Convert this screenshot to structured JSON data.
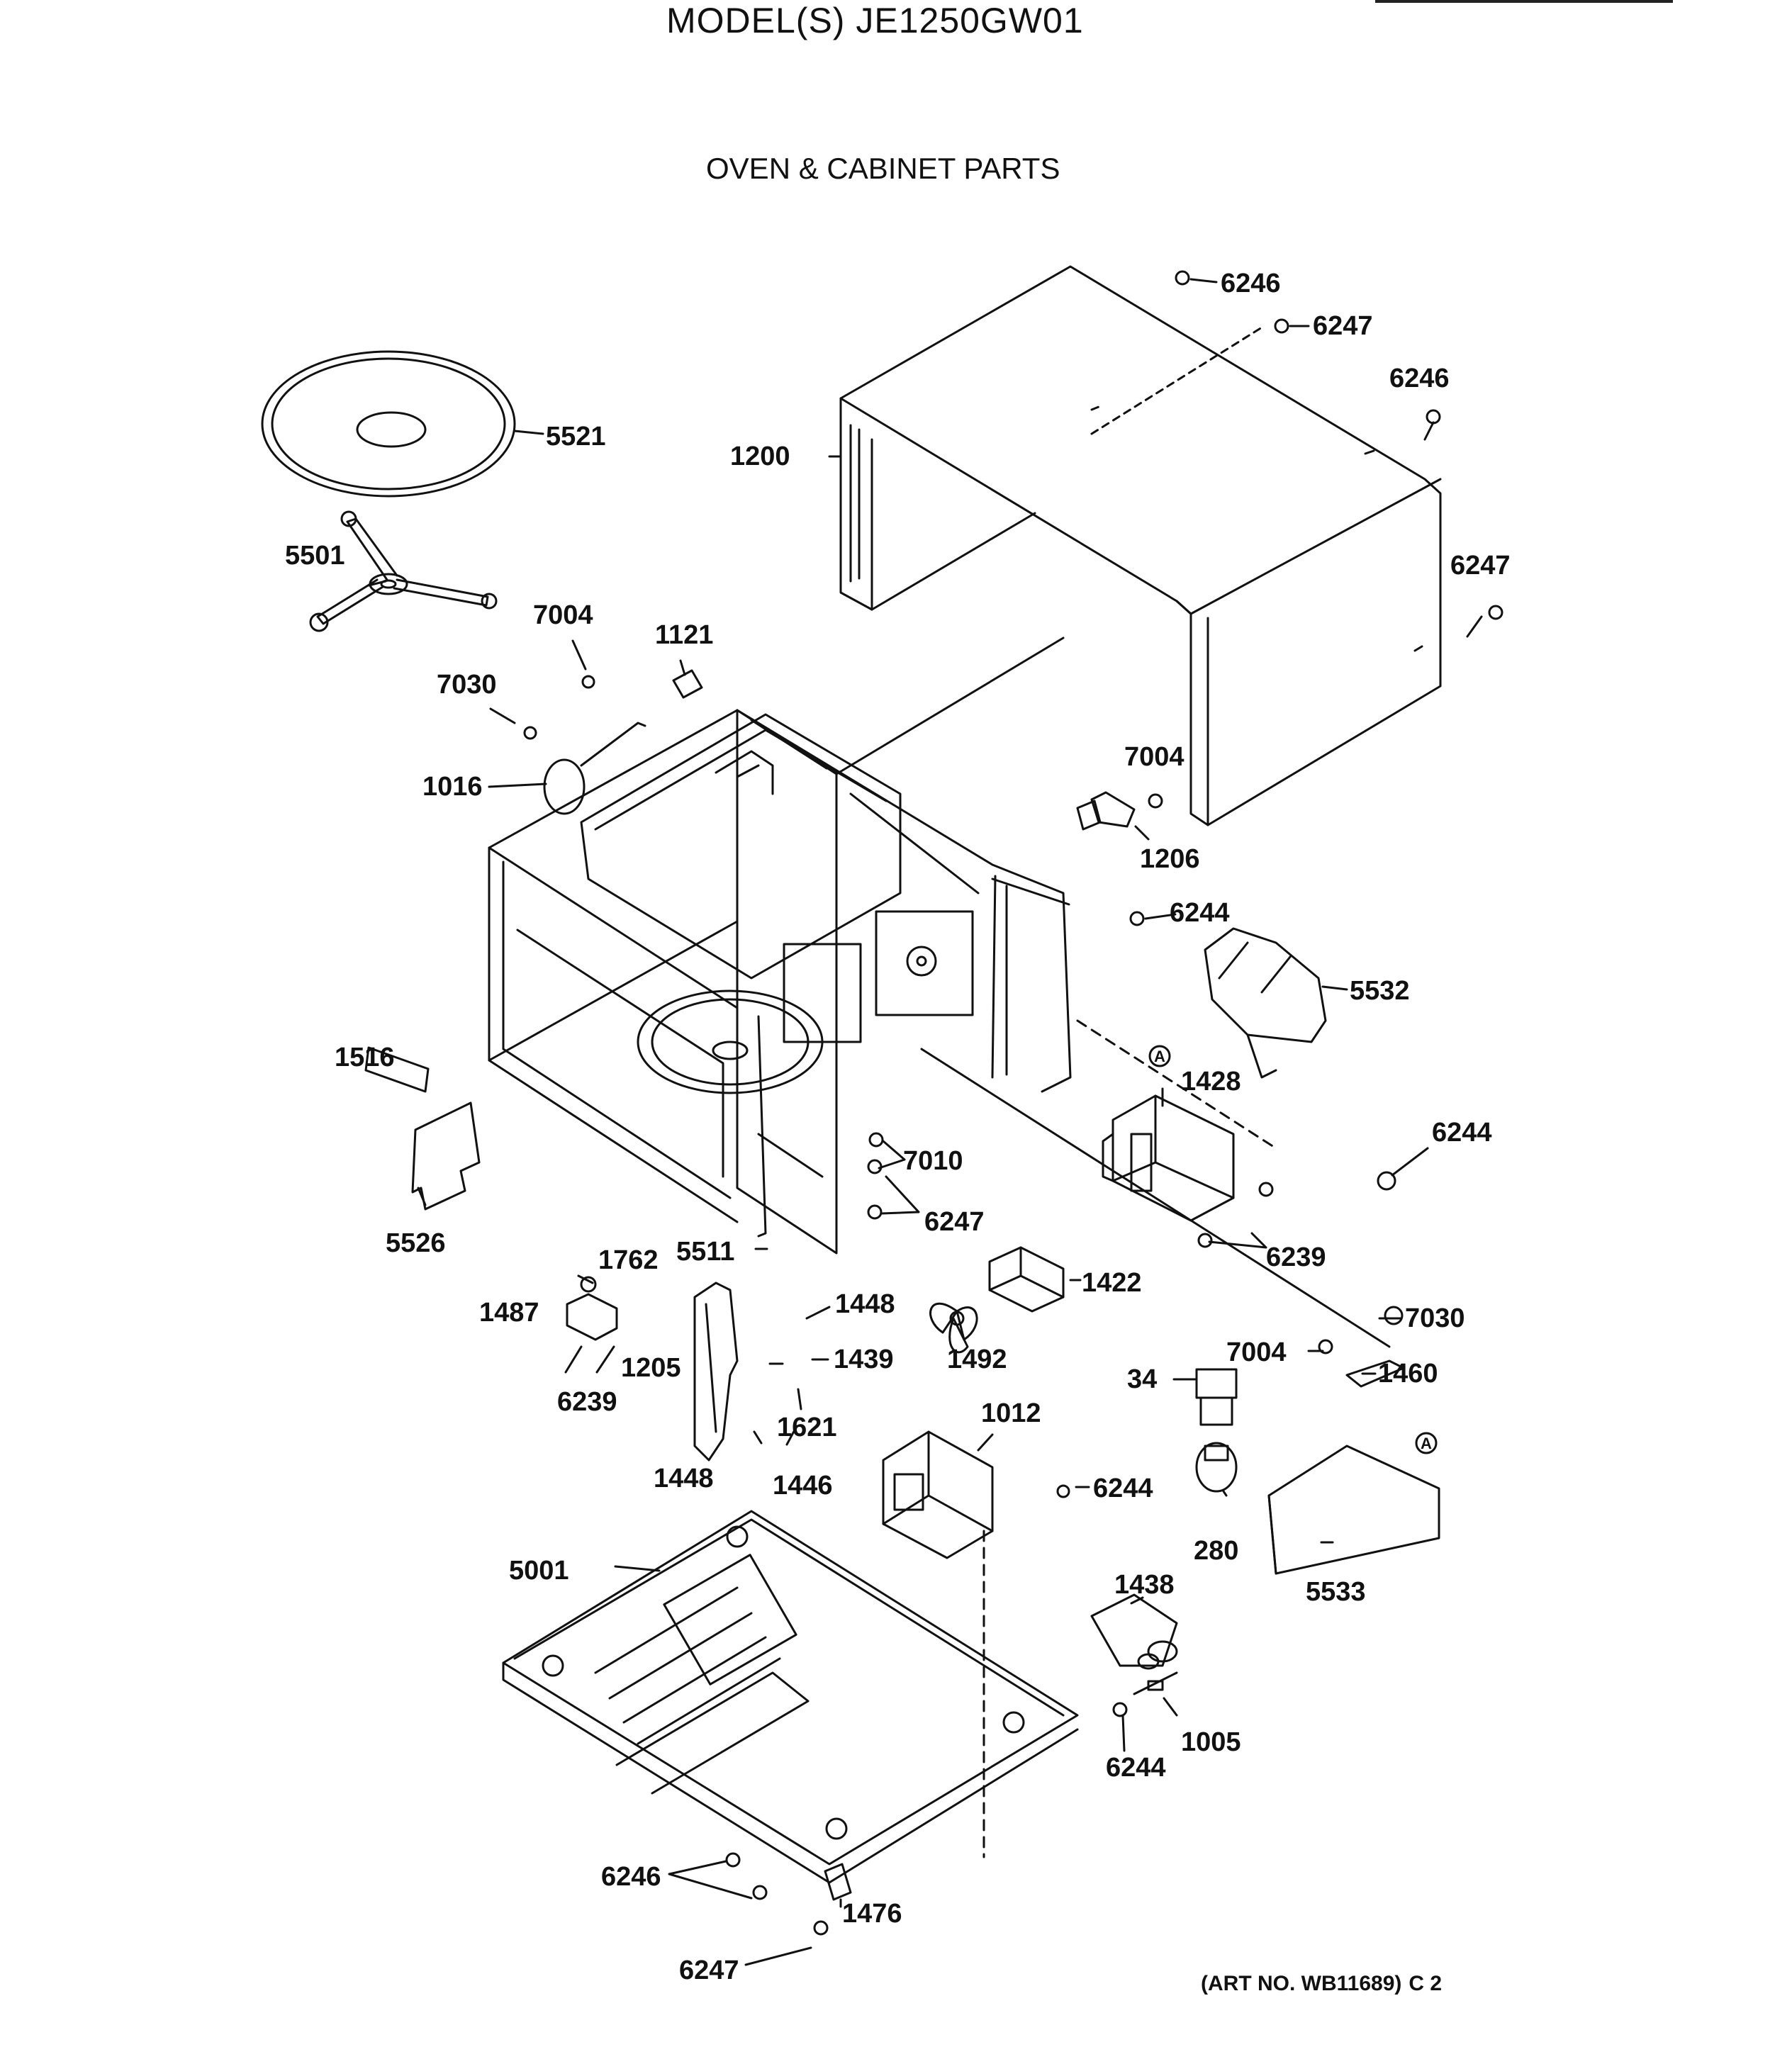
{
  "header": {
    "model_line": "MODEL(S) JE1250GW01",
    "section_title": "OVEN & CABINET PARTS"
  },
  "footer": {
    "art_number": "(ART NO. WB11689)",
    "revision": "C 2"
  },
  "callout_marker": "A",
  "parts": [
    "6246",
    "6247",
    "6246",
    "6247",
    "5521",
    "1200",
    "5501",
    "7004",
    "1121",
    "7030",
    "1016",
    "7004",
    "1206",
    "6244",
    "5532",
    "1516",
    "1428",
    "6244",
    "7010",
    "6247",
    "5526",
    "6239",
    "1762",
    "5511",
    "1422",
    "1487",
    "1448",
    "1492",
    "1439",
    "1205",
    "6239",
    "1621",
    "7030",
    "7004",
    "34",
    "1460",
    "1012",
    "1448",
    "1446",
    "6244",
    "280",
    "5533",
    "5001",
    "1438",
    "6244",
    "1005",
    "6246",
    "1476",
    "6247"
  ]
}
